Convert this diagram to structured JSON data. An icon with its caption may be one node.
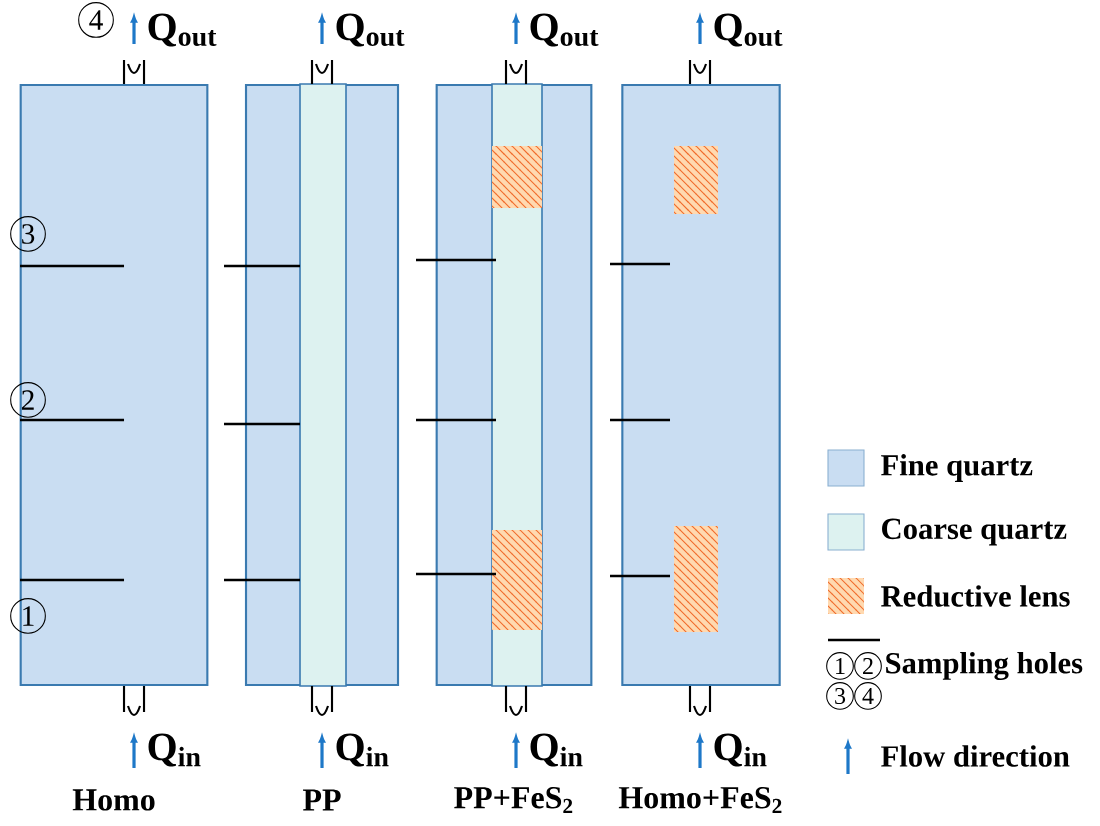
{
  "diagram": {
    "nodes": [
      {
        "text": [],
        "shape": "box",
        "beside": [
          "Homo"
        ]
      },
      {
        "text": [],
        "shape": "box",
        "beside": [
          "PP"
        ]
      },
      {
        "text": [],
        "shape": "box",
        "beside": [
          "PP+FeS$_{2}$"
        ]
      },
      {
        "text": [],
        "shape": "box",
        "beside": [
          "Homo+FeS$_{2}$"
        ]
      }
    ],
    "labels": [
      "4",
      "Q$_{out}$",
      "Q$_{out}$",
      "Q$_{out}$",
      "Q$_{out}$",
      "3",
      "2",
      "1",
      "Q$_{in}$",
      "Q$_{in}$",
      "Q$_{in}$",
      "Q$_{in}$",
      "1",
      "2",
      "3",
      "4"
    ],
    "legend": [
      {
        "text": "Fine quartz",
        "color": "#c9ddf2"
      },
      {
        "text": "Coarse quartz",
        "color": "#ddf2f0"
      },
      {
        "text": "Reductive lens"
      },
      {
        "text": "Sampling holes"
      },
      {
        "text": "Flow direction"
      }
    ]
  }
}
